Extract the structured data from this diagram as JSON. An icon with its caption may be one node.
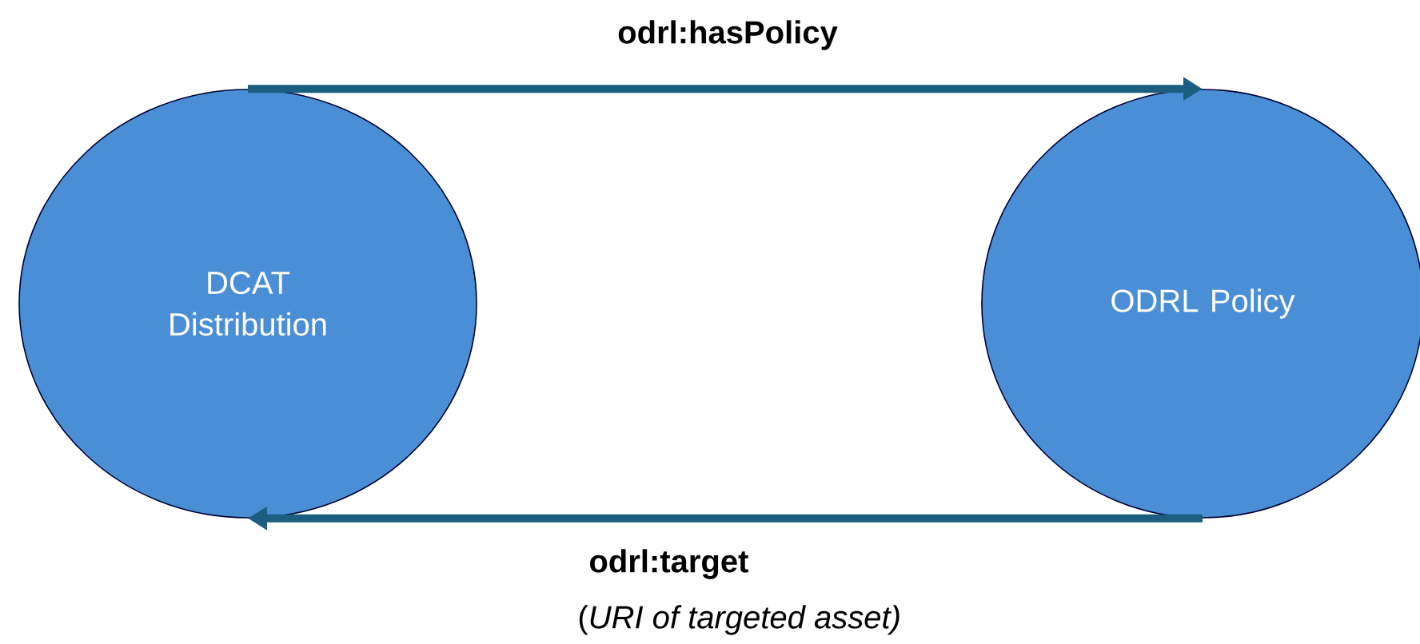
{
  "diagram": {
    "nodes": [
      {
        "text": [
          "DCAT Distribution"
        ]
      },
      {
        "text": [
          "ODRL Policy"
        ]
      }
    ],
    "edges": [
      {
        "from": 0,
        "to": 1,
        "arrow": "to",
        "label": "odrl:hasPolicy"
      },
      {
        "from": 1,
        "to": 0,
        "arrow": "to",
        "label": "odrl:target"
      }
    ],
    "labels": [
      "(*URI of targeted asset)*"
    ]
  }
}
